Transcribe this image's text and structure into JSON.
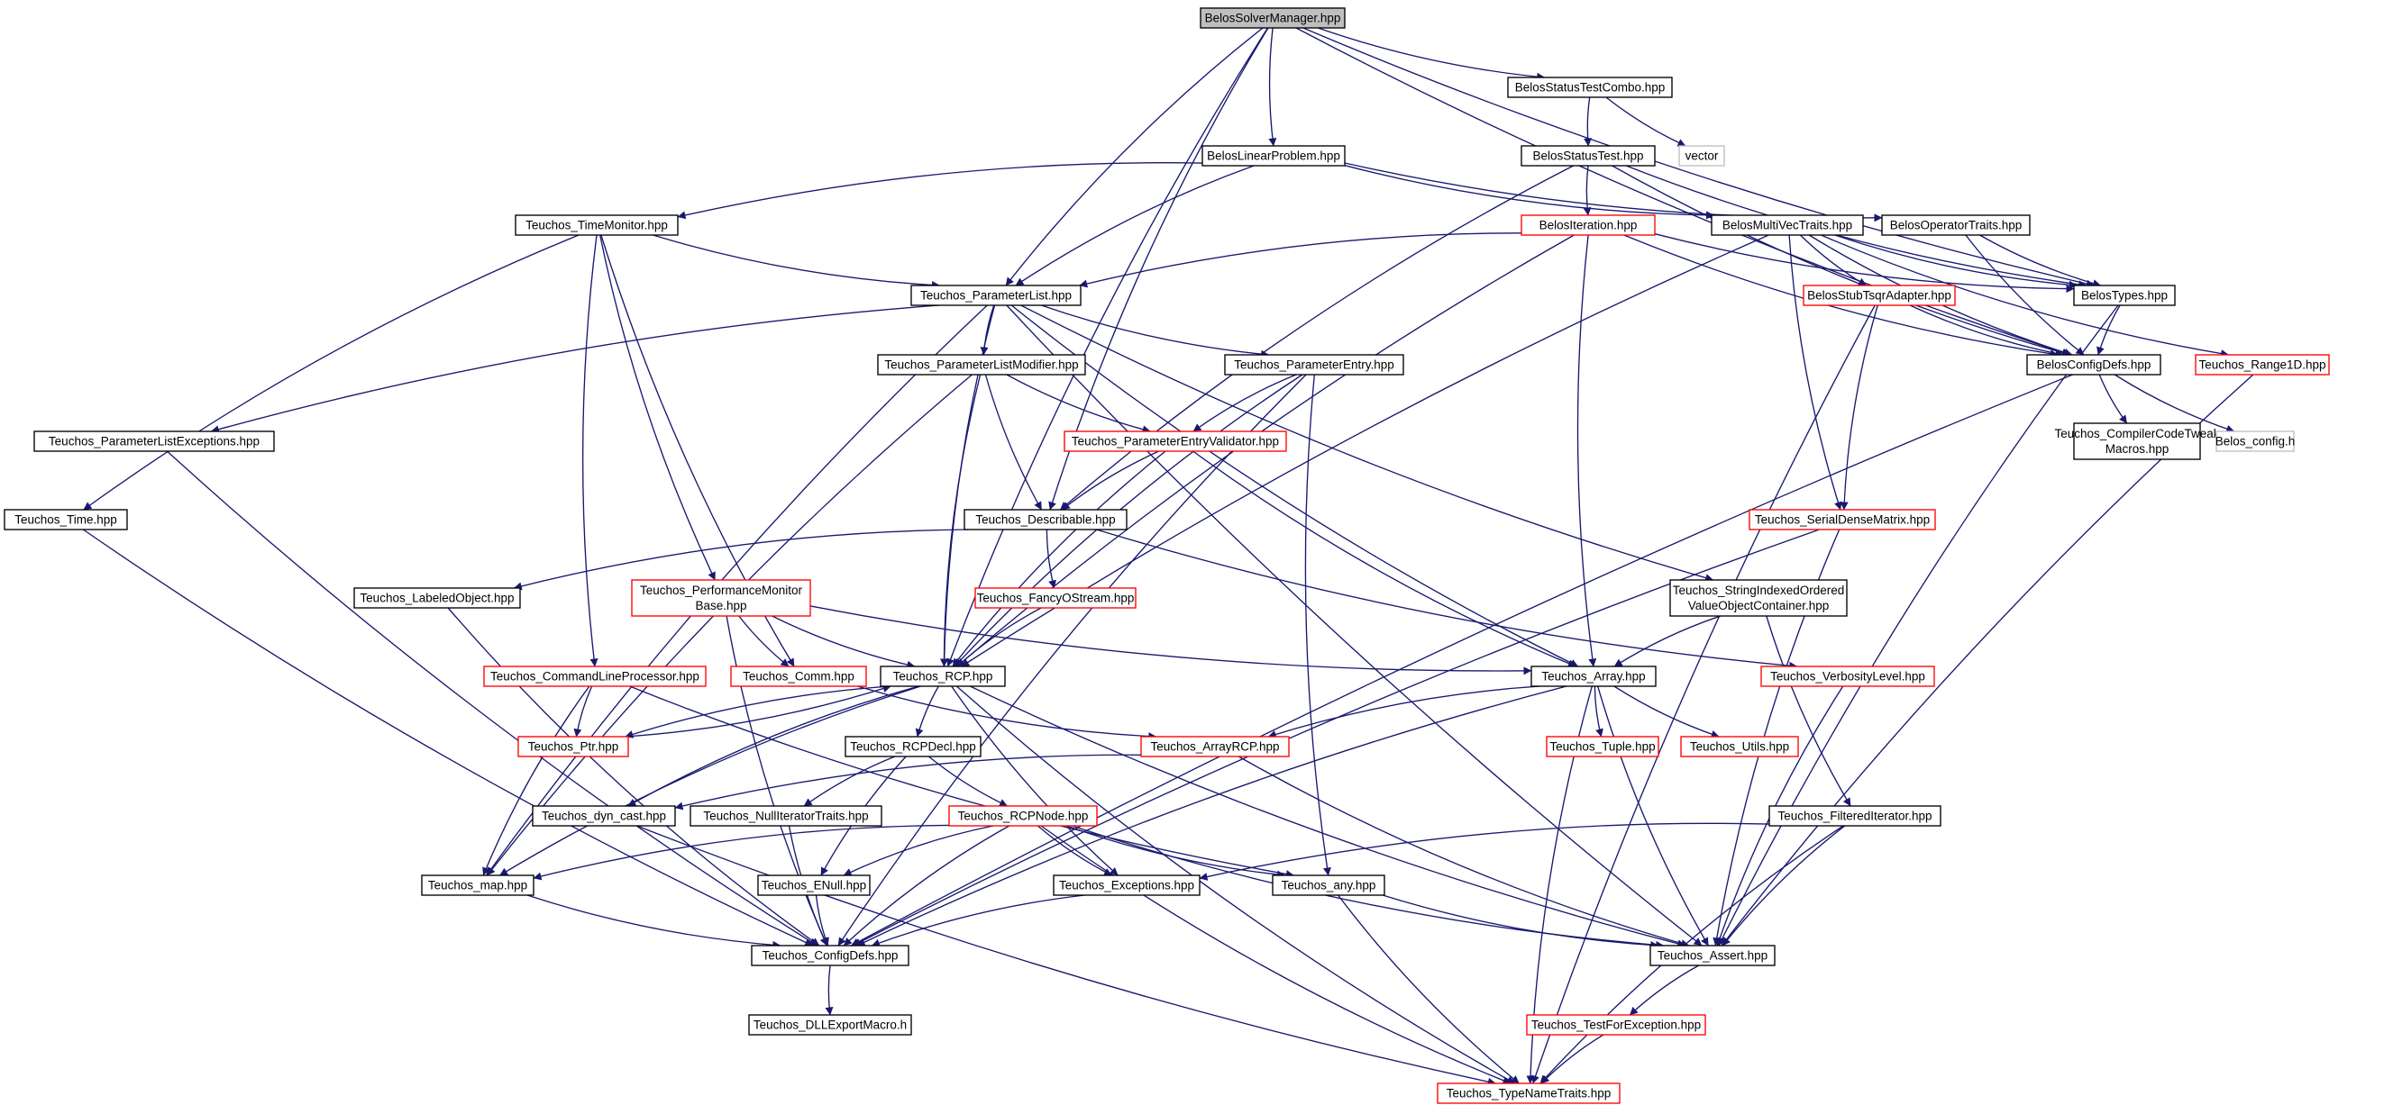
{
  "colors": {
    "edge": "#191970",
    "border_documented": "#000000",
    "border_undocumented": "#ff0000",
    "border_system": "#bfbfbf",
    "root_fill": "#bfbfbf",
    "text": "#000000"
  },
  "nodes": [
    {
      "id": "root",
      "lines": [
        "BelosSolverManager.hpp"
      ],
      "kind": "root"
    },
    {
      "id": "stcombo",
      "lines": [
        "BelosStatusTestCombo.hpp"
      ],
      "kind": "documented"
    },
    {
      "id": "vector",
      "lines": [
        "vector"
      ],
      "kind": "system"
    },
    {
      "id": "statustest",
      "lines": [
        "BelosStatusTest.hpp"
      ],
      "kind": "documented"
    },
    {
      "id": "linprob",
      "lines": [
        "BelosLinearProblem.hpp"
      ],
      "kind": "documented"
    },
    {
      "id": "timemon",
      "lines": [
        "Teuchos_TimeMonitor.hpp"
      ],
      "kind": "documented"
    },
    {
      "id": "iteration",
      "lines": [
        "BelosIteration.hpp"
      ],
      "kind": "undocumented"
    },
    {
      "id": "multivec",
      "lines": [
        "BelosMultiVecTraits.hpp"
      ],
      "kind": "documented"
    },
    {
      "id": "optraits",
      "lines": [
        "BelosOperatorTraits.hpp"
      ],
      "kind": "documented"
    },
    {
      "id": "paramlist",
      "lines": [
        "Teuchos_ParameterList.hpp"
      ],
      "kind": "documented"
    },
    {
      "id": "types",
      "lines": [
        "BelosTypes.hpp"
      ],
      "kind": "documented"
    },
    {
      "id": "tsqr",
      "lines": [
        "BelosStubTsqrAdapter.hpp"
      ],
      "kind": "undocumented"
    },
    {
      "id": "configdefs",
      "lines": [
        "BelosConfigDefs.hpp"
      ],
      "kind": "documented"
    },
    {
      "id": "range1d",
      "lines": [
        "Teuchos_Range1D.hpp"
      ],
      "kind": "undocumented"
    },
    {
      "id": "plmod",
      "lines": [
        "Teuchos_ParameterListModifier.hpp"
      ],
      "kind": "documented"
    },
    {
      "id": "pentry",
      "lines": [
        "Teuchos_ParameterEntry.hpp"
      ],
      "kind": "documented"
    },
    {
      "id": "compiler",
      "lines": [
        "Teuchos_CompilerCodeTweak",
        "Macros.hpp"
      ],
      "kind": "documented"
    },
    {
      "id": "belosconfig",
      "lines": [
        "Belos_config.h"
      ],
      "kind": "system"
    },
    {
      "id": "plexc",
      "lines": [
        "Teuchos_ParameterListExceptions.hpp"
      ],
      "kind": "documented"
    },
    {
      "id": "pev",
      "lines": [
        "Teuchos_ParameterEntryValidator.hpp"
      ],
      "kind": "undocumented"
    },
    {
      "id": "time",
      "lines": [
        "Teuchos_Time.hpp"
      ],
      "kind": "documented"
    },
    {
      "id": "describable",
      "lines": [
        "Teuchos_Describable.hpp"
      ],
      "kind": "documented"
    },
    {
      "id": "sdm",
      "lines": [
        "Teuchos_SerialDenseMatrix.hpp"
      ],
      "kind": "undocumented"
    },
    {
      "id": "labeled",
      "lines": [
        "Teuchos_LabeledObject.hpp"
      ],
      "kind": "documented"
    },
    {
      "id": "perfmon",
      "lines": [
        "Teuchos_PerformanceMonitor",
        "Base.hpp"
      ],
      "kind": "undocumented"
    },
    {
      "id": "fancy",
      "lines": [
        "Teuchos_FancyOStream.hpp"
      ],
      "kind": "undocumented"
    },
    {
      "id": "sio",
      "lines": [
        "Teuchos_StringIndexedOrdered",
        "ValueObjectContainer.hpp"
      ],
      "kind": "documented"
    },
    {
      "id": "clp",
      "lines": [
        "Teuchos_CommandLineProcessor.hpp"
      ],
      "kind": "undocumented"
    },
    {
      "id": "comm",
      "lines": [
        "Teuchos_Comm.hpp"
      ],
      "kind": "undocumented"
    },
    {
      "id": "rcp",
      "lines": [
        "Teuchos_RCP.hpp"
      ],
      "kind": "documented"
    },
    {
      "id": "array",
      "lines": [
        "Teuchos_Array.hpp"
      ],
      "kind": "documented"
    },
    {
      "id": "verb",
      "lines": [
        "Teuchos_VerbosityLevel.hpp"
      ],
      "kind": "undocumented"
    },
    {
      "id": "ptr",
      "lines": [
        "Teuchos_Ptr.hpp"
      ],
      "kind": "undocumented"
    },
    {
      "id": "rcpdecl",
      "lines": [
        "Teuchos_RCPDecl.hpp"
      ],
      "kind": "documented"
    },
    {
      "id": "arrayrcp",
      "lines": [
        "Teuchos_ArrayRCP.hpp"
      ],
      "kind": "undocumented"
    },
    {
      "id": "tuple",
      "lines": [
        "Teuchos_Tuple.hpp"
      ],
      "kind": "undocumented"
    },
    {
      "id": "utils",
      "lines": [
        "Teuchos_Utils.hpp"
      ],
      "kind": "undocumented"
    },
    {
      "id": "dyncast",
      "lines": [
        "Teuchos_dyn_cast.hpp"
      ],
      "kind": "documented"
    },
    {
      "id": "nullit",
      "lines": [
        "Teuchos_NullIteratorTraits.hpp"
      ],
      "kind": "documented"
    },
    {
      "id": "rcpnode",
      "lines": [
        "Teuchos_RCPNode.hpp"
      ],
      "kind": "undocumented"
    },
    {
      "id": "filtered",
      "lines": [
        "Teuchos_FilteredIterator.hpp"
      ],
      "kind": "documented"
    },
    {
      "id": "map",
      "lines": [
        "Teuchos_map.hpp"
      ],
      "kind": "documented"
    },
    {
      "id": "enull",
      "lines": [
        "Teuchos_ENull.hpp"
      ],
      "kind": "documented"
    },
    {
      "id": "exceptions",
      "lines": [
        "Teuchos_Exceptions.hpp"
      ],
      "kind": "documented"
    },
    {
      "id": "any",
      "lines": [
        "Teuchos_any.hpp"
      ],
      "kind": "documented"
    },
    {
      "id": "tconfig",
      "lines": [
        "Teuchos_ConfigDefs.hpp"
      ],
      "kind": "documented"
    },
    {
      "id": "assert",
      "lines": [
        "Teuchos_Assert.hpp"
      ],
      "kind": "documented"
    },
    {
      "id": "dll",
      "lines": [
        "Teuchos_DLLExportMacro.h"
      ],
      "kind": "documented"
    },
    {
      "id": "testexc",
      "lines": [
        "Teuchos_TestForException.hpp"
      ],
      "kind": "undocumented"
    },
    {
      "id": "typename",
      "lines": [
        "Teuchos_TypeNameTraits.hpp"
      ],
      "kind": "undocumented"
    }
  ],
  "edges": [
    [
      "root",
      "stcombo"
    ],
    [
      "root",
      "linprob"
    ],
    [
      "root",
      "paramlist"
    ],
    [
      "root",
      "types"
    ],
    [
      "root",
      "configdefs"
    ],
    [
      "root",
      "describable"
    ],
    [
      "root",
      "rcp"
    ],
    [
      "stcombo",
      "statustest"
    ],
    [
      "stcombo",
      "vector"
    ],
    [
      "statustest",
      "iteration"
    ],
    [
      "statustest",
      "types"
    ],
    [
      "statustest",
      "configdefs"
    ],
    [
      "statustest",
      "describable"
    ],
    [
      "linprob",
      "timemon"
    ],
    [
      "linprob",
      "paramlist"
    ],
    [
      "linprob",
      "multivec"
    ],
    [
      "linprob",
      "optraits"
    ],
    [
      "timemon",
      "paramlist"
    ],
    [
      "timemon",
      "time"
    ],
    [
      "timemon",
      "clp"
    ],
    [
      "timemon",
      "comm"
    ],
    [
      "timemon",
      "perfmon"
    ],
    [
      "iteration",
      "paramlist"
    ],
    [
      "iteration",
      "types"
    ],
    [
      "iteration",
      "rcp"
    ],
    [
      "iteration",
      "array"
    ],
    [
      "iteration",
      "configdefs"
    ],
    [
      "multivec",
      "types"
    ],
    [
      "multivec",
      "tsqr"
    ],
    [
      "multivec",
      "sdm"
    ],
    [
      "multivec",
      "rcp"
    ],
    [
      "multivec",
      "range1d"
    ],
    [
      "multivec",
      "configdefs"
    ],
    [
      "optraits",
      "types"
    ],
    [
      "optraits",
      "configdefs"
    ],
    [
      "types",
      "configdefs"
    ],
    [
      "types",
      "assert"
    ],
    [
      "configdefs",
      "compiler"
    ],
    [
      "configdefs",
      "belosconfig"
    ],
    [
      "configdefs",
      "tconfig"
    ],
    [
      "tsqr",
      "configdefs"
    ],
    [
      "tsqr",
      "sdm"
    ],
    [
      "tsqr",
      "typename"
    ],
    [
      "range1d",
      "assert"
    ],
    [
      "paramlist",
      "plexc"
    ],
    [
      "paramlist",
      "plmod"
    ],
    [
      "paramlist",
      "pentry"
    ],
    [
      "paramlist",
      "rcp"
    ],
    [
      "paramlist",
      "array"
    ],
    [
      "paramlist",
      "map"
    ],
    [
      "paramlist",
      "sio"
    ],
    [
      "paramlist",
      "assert"
    ],
    [
      "plmod",
      "pev"
    ],
    [
      "plmod",
      "describable"
    ],
    [
      "plmod",
      "rcp"
    ],
    [
      "plmod",
      "map"
    ],
    [
      "pentry",
      "pev"
    ],
    [
      "pentry",
      "rcp"
    ],
    [
      "pentry",
      "any"
    ],
    [
      "pentry",
      "tconfig"
    ],
    [
      "pev",
      "describable"
    ],
    [
      "pev",
      "rcp"
    ],
    [
      "pev",
      "array"
    ],
    [
      "plexc",
      "tconfig"
    ],
    [
      "time",
      "tconfig"
    ],
    [
      "describable",
      "labeled"
    ],
    [
      "describable",
      "fancy"
    ],
    [
      "describable",
      "verb"
    ],
    [
      "fancy",
      "rcp"
    ],
    [
      "labeled",
      "tconfig"
    ],
    [
      "perfmon",
      "comm"
    ],
    [
      "perfmon",
      "rcp"
    ],
    [
      "perfmon",
      "array"
    ],
    [
      "perfmon",
      "tconfig"
    ],
    [
      "clp",
      "ptr"
    ],
    [
      "clp",
      "map"
    ],
    [
      "clp",
      "any"
    ],
    [
      "comm",
      "arrayrcp"
    ],
    [
      "sdm",
      "tconfig"
    ],
    [
      "sdm",
      "assert"
    ],
    [
      "sio",
      "array"
    ],
    [
      "sio",
      "filtered"
    ],
    [
      "verb",
      "assert"
    ],
    [
      "rcp",
      "ptr"
    ],
    [
      "rcp",
      "rcpdecl"
    ],
    [
      "rcp",
      "dyncast"
    ],
    [
      "rcp",
      "map"
    ],
    [
      "rcp",
      "exceptions"
    ],
    [
      "rcp",
      "assert"
    ],
    [
      "rcp",
      "typename"
    ],
    [
      "ptr",
      "rcp"
    ],
    [
      "array",
      "arrayrcp"
    ],
    [
      "array",
      "tuple"
    ],
    [
      "array",
      "utils"
    ],
    [
      "array",
      "assert"
    ],
    [
      "array",
      "tconfig"
    ],
    [
      "array",
      "typename"
    ],
    [
      "rcpdecl",
      "nullit"
    ],
    [
      "rcpdecl",
      "rcpnode"
    ],
    [
      "rcpdecl",
      "enull"
    ],
    [
      "arrayrcp",
      "dyncast"
    ],
    [
      "arrayrcp",
      "assert"
    ],
    [
      "rcpnode",
      "map"
    ],
    [
      "rcpnode",
      "enull"
    ],
    [
      "rcpnode",
      "exceptions"
    ],
    [
      "rcpnode",
      "any"
    ],
    [
      "rcpnode",
      "tconfig"
    ],
    [
      "rcpnode",
      "assert"
    ],
    [
      "rcpnode",
      "typename"
    ],
    [
      "nullit",
      "tconfig"
    ],
    [
      "dyncast",
      "typename"
    ],
    [
      "filtered",
      "exceptions"
    ],
    [
      "filtered",
      "assert"
    ],
    [
      "filtered",
      "typename"
    ],
    [
      "map",
      "tconfig"
    ],
    [
      "enull",
      "tconfig"
    ],
    [
      "exceptions",
      "tconfig"
    ],
    [
      "any",
      "assert"
    ],
    [
      "any",
      "typename"
    ],
    [
      "tconfig",
      "dll"
    ],
    [
      "assert",
      "testexc"
    ],
    [
      "testexc",
      "typename"
    ]
  ]
}
